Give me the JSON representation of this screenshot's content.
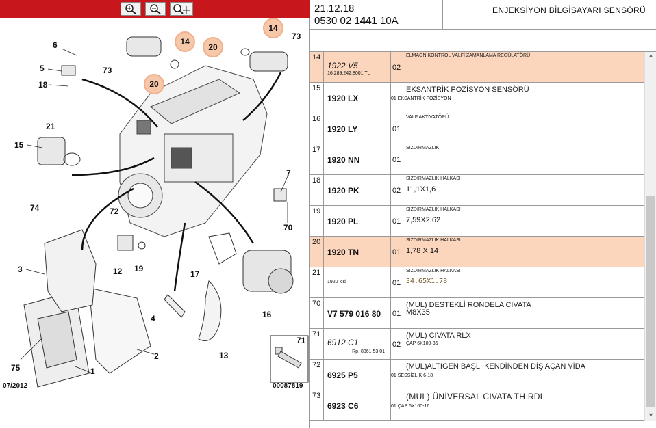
{
  "toolbar": {
    "zoom_in_icon": "zoom-in-icon",
    "zoom_out_icon": "zoom-out-icon",
    "zoom_fit_icon": "zoom-move-icon",
    "bar_color": "#c8161d"
  },
  "diagram": {
    "callouts": [
      "6",
      "5",
      "18",
      "73",
      "14",
      "20",
      "20",
      "14",
      "73",
      "21",
      "15",
      "7",
      "74",
      "72",
      "70",
      "3",
      "12",
      "19",
      "17",
      "4",
      "16",
      "13",
      "75",
      "1",
      "2",
      "71"
    ],
    "date": "07/2012",
    "ref": "00087819",
    "highlight_color": "#f6c7a9"
  },
  "header": {
    "date": "21.12.18",
    "code_prefix": "0530 02",
    "code_bold": "1441",
    "code_suffix": "10A",
    "title": "ENJEKSİYON BİLGİSAYARI SENSÖRÜ"
  },
  "rows": [
    {
      "num": "14",
      "ref": "1922 V5",
      "ref_sub": "16.289.242.8001 TL",
      "qty": "02",
      "desc1": "ELMAGN KONTROL VALFİ ZAMANLAMA REGÜLATÖRÜ",
      "desc2": "",
      "hl": true
    },
    {
      "num": "15",
      "ref": "1920 LX",
      "ref_sub": "",
      "qty": "",
      "desc1": "EKSANTRİK POZİSYON SENSÖRÜ",
      "desc2": "01 EKSANTRİK POZİSYON",
      "hl": false
    },
    {
      "num": "16",
      "ref": "1920 LY",
      "ref_sub": "",
      "qty": "01",
      "desc1": "VALF AKTİVATÖRÜ",
      "desc2": "",
      "hl": false
    },
    {
      "num": "17",
      "ref": "1920 NN",
      "ref_sub": "",
      "qty": "01",
      "desc1": "SIZDIRMAZLIK",
      "desc2": "",
      "hl": false
    },
    {
      "num": "18",
      "ref": "1920 PK",
      "ref_sub": "",
      "qty": "02",
      "desc1": "SIZDIRMAZLIK HALKASI",
      "desc2": "11,1X1,6",
      "hl": false
    },
    {
      "num": "19",
      "ref": "1920 PL",
      "ref_sub": "",
      "qty": "01",
      "desc1": "SIZDIRMAZLIK HALKASI",
      "desc2": "7,59X2,62",
      "hl": false
    },
    {
      "num": "20",
      "ref": "1920 TN",
      "ref_sub": "",
      "qty": "01",
      "desc1": "SIZDIRMAZLIK HALKASI",
      "desc2": "1,78 X 14",
      "hl": true
    },
    {
      "num": "21",
      "ref": "",
      "ref_sub": "1920 kişi",
      "qty": "01",
      "desc1": "SIZDIRMAZLIK HALKASI",
      "desc2": "34.65X1.78",
      "hl": false
    },
    {
      "num": "70",
      "ref": "V7 579 016 80",
      "ref_sub": "",
      "qty": "01",
      "desc1": "(MUL) DESTEKLİ RONDELA CIVATA",
      "desc2": "M8X35",
      "hl": false
    },
    {
      "num": "71",
      "ref": "6912 C1",
      "ref_sub": "Rp. 8361 53 01",
      "qty": "02",
      "desc1": "(MUL) CIVATA RLX",
      "desc2": "ÇAP 6X100-35",
      "hl": false
    },
    {
      "num": "72",
      "ref": "6925 P5",
      "ref_sub": "",
      "qty": "",
      "desc1": "(MUL)ALTIGEN BAŞLI KENDİNDEN DİŞ AÇAN VİDA",
      "desc2": "01 SESSİZLİK 6-18",
      "hl": false
    },
    {
      "num": "73",
      "ref": "6923 C6",
      "ref_sub": "",
      "qty": "",
      "desc1": "(MUL) ÜNİVERSAL CIVATA TH RDL",
      "desc2": "01 ÇAP 6X100-16",
      "hl": false
    }
  ],
  "scrollbar": {
    "up": "▲",
    "down": "▼"
  }
}
